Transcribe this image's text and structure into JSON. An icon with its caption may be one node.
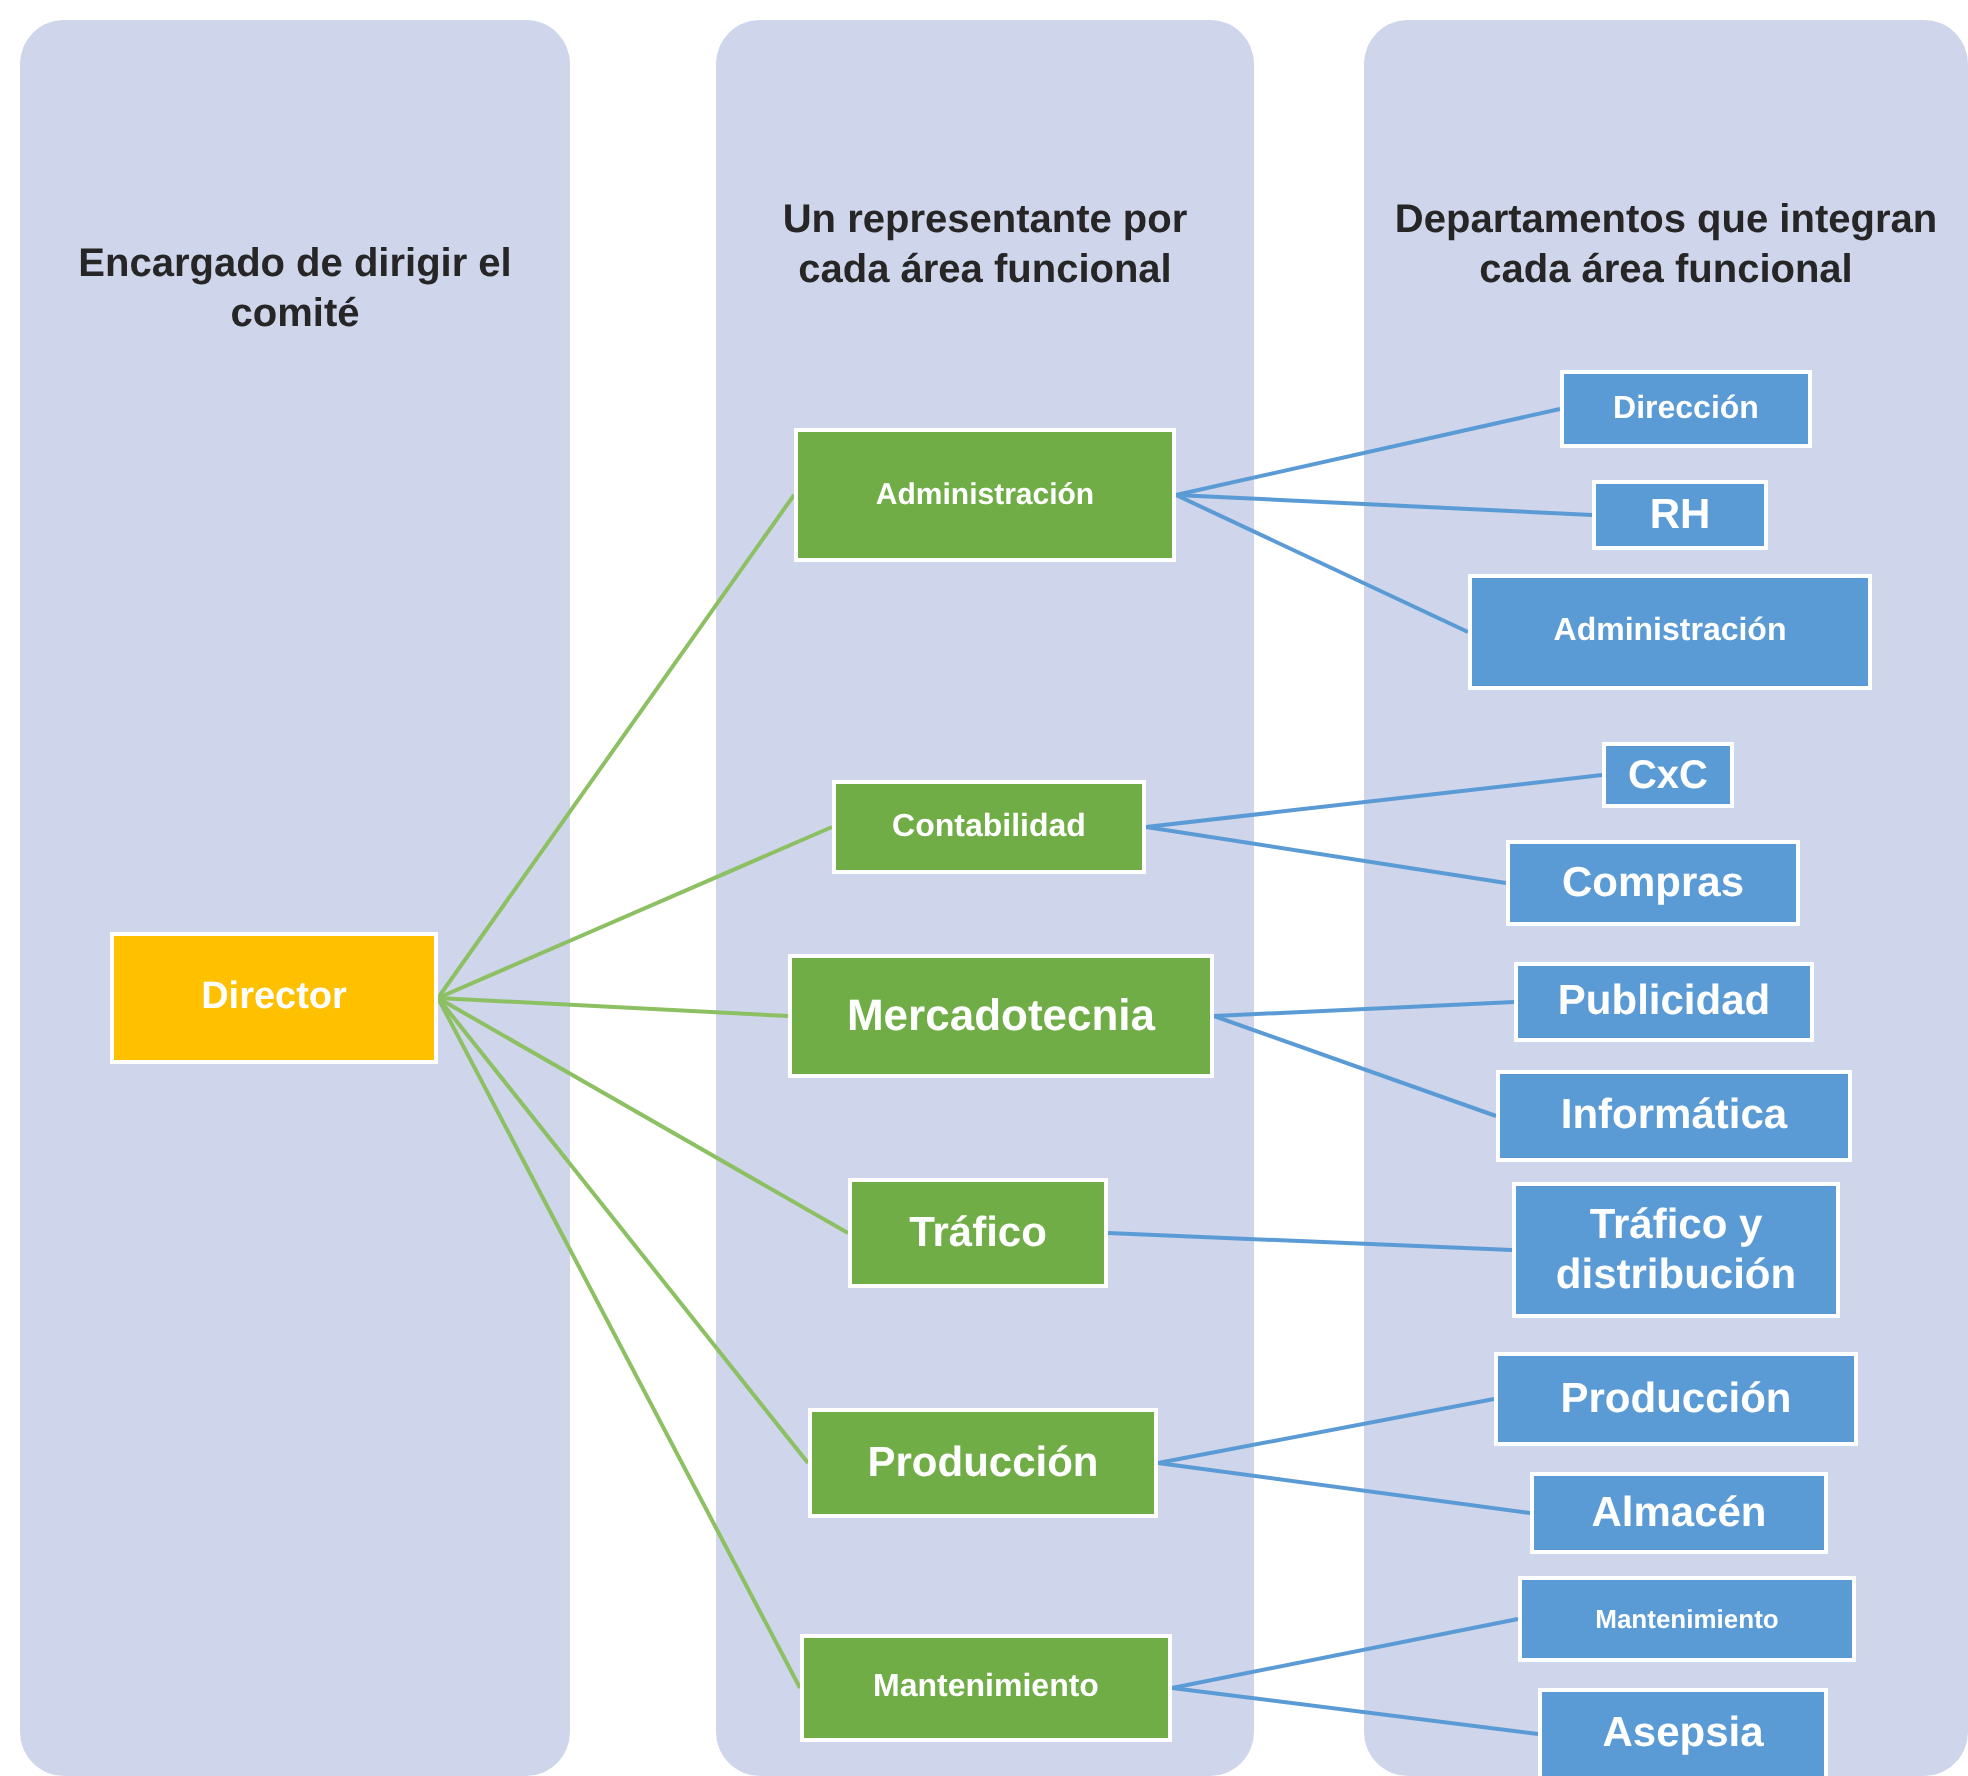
{
  "diagram": {
    "nodes": [
      {
        "text": [
          "Encargado de dirigir el comité"
        ]
      },
      {
        "text": [
          "Un representante por cada área funcional"
        ]
      },
      {
        "text": [
          "Departamentos que integran cada área funcional"
        ]
      },
      {
        "text": [
          "Director"
        ],
        "in": 0
      },
      {
        "text": [
          "Administración"
        ],
        "in": 1
      },
      {
        "text": [
          "Contabilidad"
        ],
        "in": 1
      },
      {
        "text": [
          "Mercadotecnia"
        ],
        "in": 1
      },
      {
        "text": [
          "Tráfico"
        ],
        "in": 1
      },
      {
        "text": [
          "Producción"
        ],
        "in": 1
      },
      {
        "text": [
          "Mantenimiento"
        ],
        "in": 1
      },
      {
        "text": [
          "Dirección"
        ],
        "in": 2
      },
      {
        "text": [
          "RH"
        ],
        "in": 2
      },
      {
        "text": [
          "Administración"
        ],
        "in": 2
      },
      {
        "text": [
          "CxC"
        ],
        "in": 2
      },
      {
        "text": [
          "Compras"
        ],
        "in": 2
      },
      {
        "text": [
          "Publicidad"
        ],
        "in": 2
      },
      {
        "text": [
          "Informática"
        ],
        "in": 2
      },
      {
        "text": [
          "Tráfico y distribución"
        ],
        "in": 2
      },
      {
        "text": [
          "Producción"
        ],
        "in": 2
      },
      {
        "text": [
          "Almacén"
        ],
        "in": 2
      },
      {
        "text": [
          "Mantenimiento"
        ],
        "in": 2
      },
      {
        "text": [
          "Asepsia"
        ],
        "in": 2
      }
    ],
    "edges": [
      {
        "from": 3,
        "to": 4,
        "arrow": "none",
        "color": "#8cc063"
      },
      {
        "from": 3,
        "to": 5,
        "arrow": "none",
        "color": "#8cc063"
      },
      {
        "from": 3,
        "to": 6,
        "arrow": "none",
        "color": "#8cc063"
      },
      {
        "from": 3,
        "to": 7,
        "arrow": "none",
        "color": "#8cc063"
      },
      {
        "from": 3,
        "to": 8,
        "arrow": "none",
        "color": "#8cc063"
      },
      {
        "from": 3,
        "to": 9,
        "arrow": "none",
        "color": "#8cc063"
      },
      {
        "from": 4,
        "to": 10,
        "arrow": "none"
      },
      {
        "from": 4,
        "to": 11,
        "arrow": "none"
      },
      {
        "from": 4,
        "to": 12,
        "arrow": "none"
      },
      {
        "from": 5,
        "to": 13,
        "arrow": "none"
      },
      {
        "from": 5,
        "to": 14,
        "arrow": "none"
      },
      {
        "from": 6,
        "to": 15,
        "arrow": "none"
      },
      {
        "from": 6,
        "to": 16,
        "arrow": "none"
      },
      {
        "from": 7,
        "to": 17,
        "arrow": "none"
      },
      {
        "from": 8,
        "to": 18,
        "arrow": "none"
      },
      {
        "from": 8,
        "to": 19,
        "arrow": "none"
      },
      {
        "from": 9,
        "to": 20,
        "arrow": "none"
      },
      {
        "from": 9,
        "to": 21,
        "arrow": "none"
      }
    ]
  }
}
